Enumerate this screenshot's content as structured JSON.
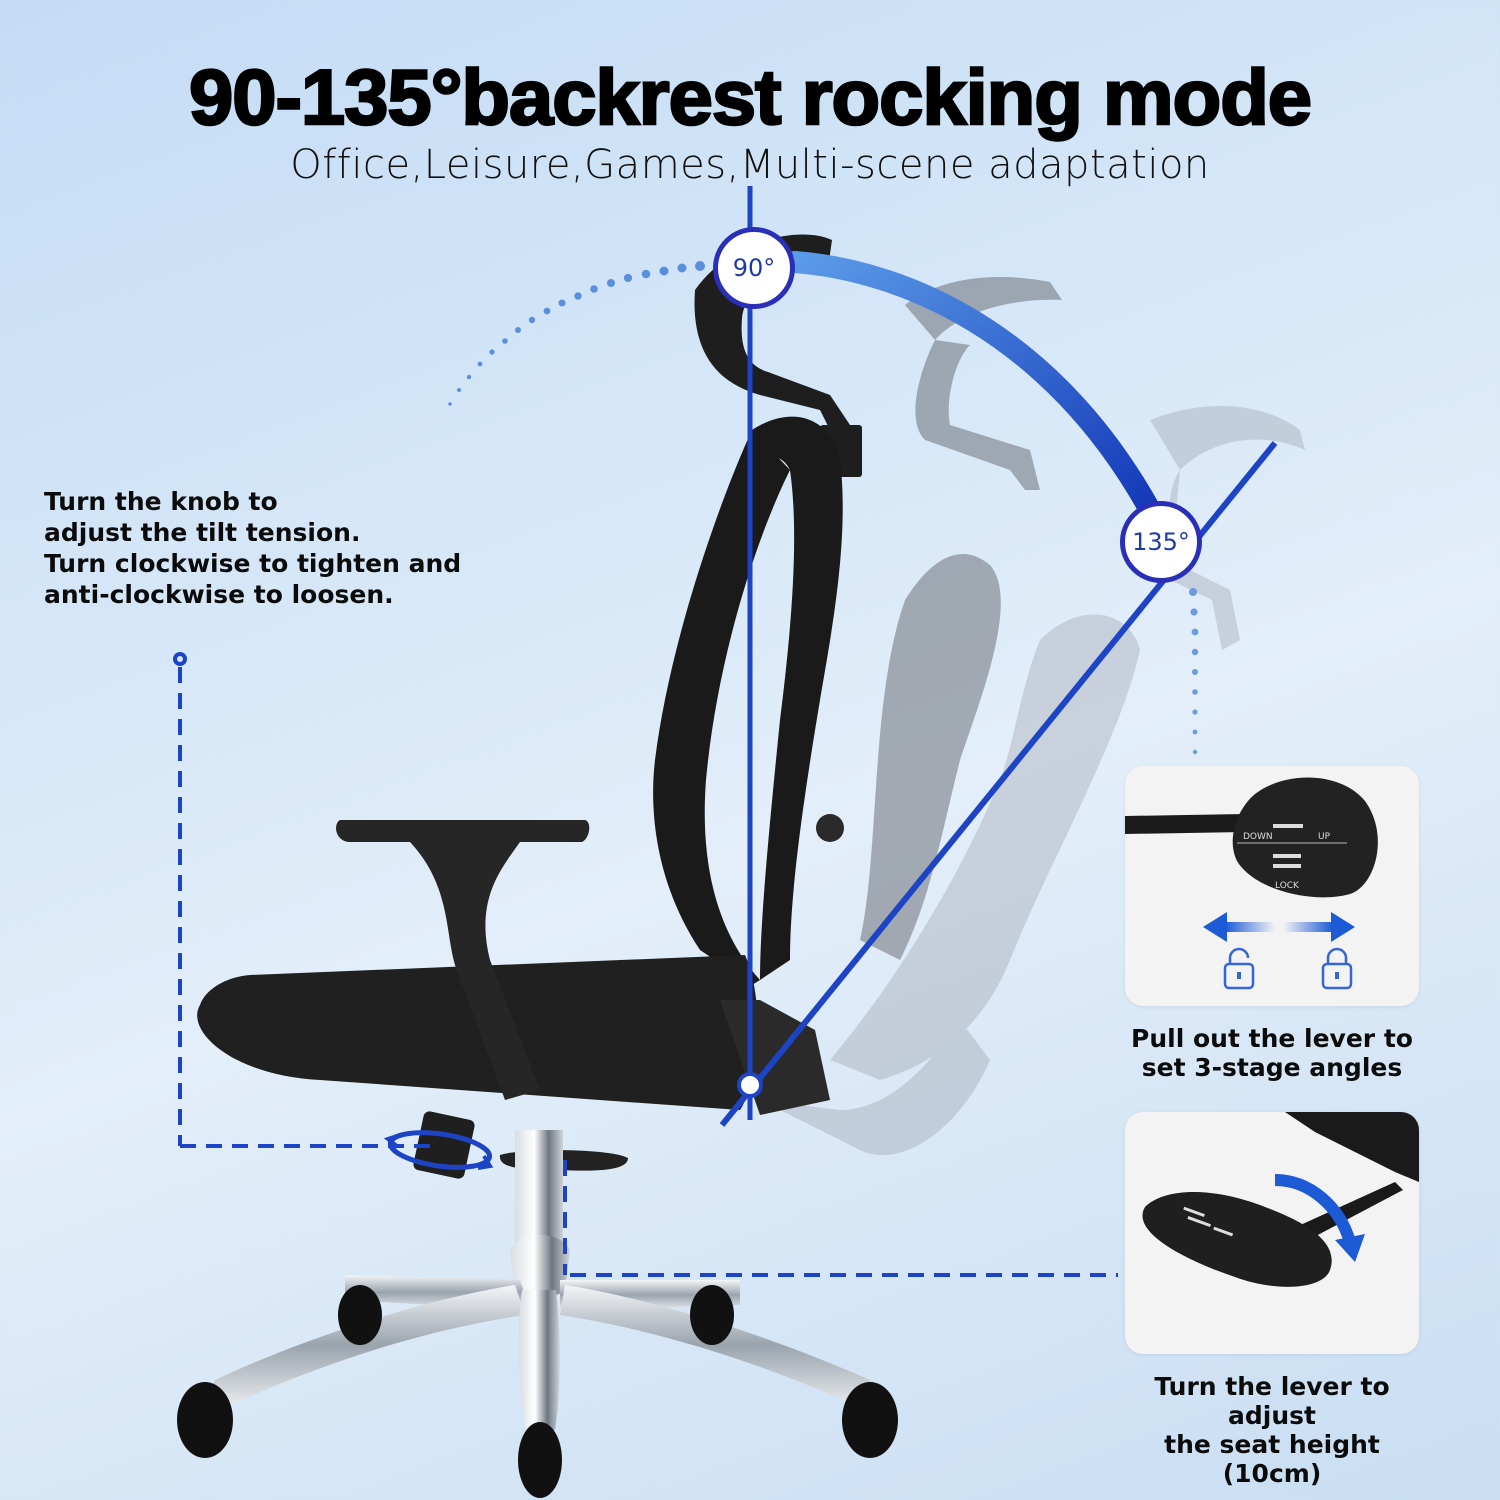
{
  "header": {
    "title": "90-135°backrest rocking mode",
    "subtitle": "Office,Leisure,Games,Multi-scene adaptation"
  },
  "angles": {
    "min_label": "90°",
    "max_label": "135°"
  },
  "tilt_tension_note": {
    "lines": [
      "Turn the knob to",
      "adjust the tilt tension.",
      "Turn clockwise to tighten and",
      "anti-clockwise to loosen."
    ]
  },
  "lever_card": {
    "paddle_labels": {
      "down": "DOWN",
      "up": "UP",
      "lock": "LOCK"
    },
    "icons": [
      "unlock-icon",
      "lock-icon"
    ],
    "caption_lines": [
      "Pull out the lever to",
      "set 3-stage angles"
    ]
  },
  "height_card": {
    "caption_lines": [
      "Turn the lever to adjust",
      "the seat height (10cm)"
    ]
  },
  "colors": {
    "accent_blue": "#1d44c4",
    "arc_light": "#5a9be8",
    "badge_border": "#2a2fb8",
    "card_bg": "#f3f3f3",
    "chair_black": "#1e1e1e"
  }
}
